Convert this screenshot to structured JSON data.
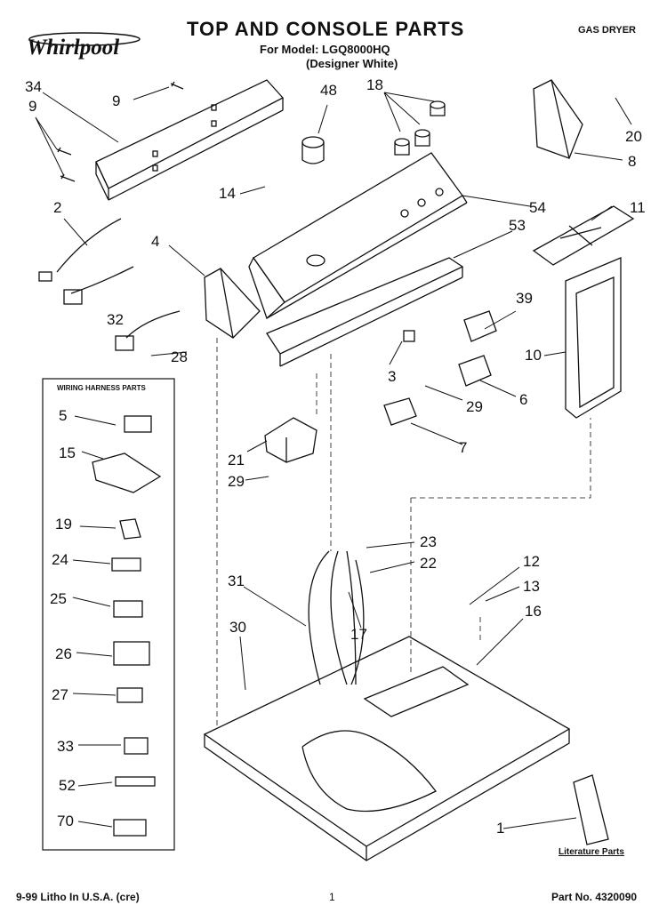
{
  "header": {
    "brand": "Whirlpool",
    "title": "TOP AND CONSOLE PARTS",
    "model_line": "For Model: LGQ8000HQ",
    "color_line": "(Designer White)",
    "dryer_type": "GAS DRYER"
  },
  "footer": {
    "date": "9-99 Litho In U.S.A. (cre)",
    "page": "1",
    "part_no": "Part No. 4320090"
  },
  "wiring_box": {
    "title": "WIRING HARNESS PARTS"
  },
  "literature_label": "Literature Parts",
  "callouts": {
    "c34": "34",
    "c9a": "9",
    "c9b": "9",
    "c48": "48",
    "c18": "18",
    "c20": "20",
    "c8": "8",
    "c2": "2",
    "c4": "4",
    "c14": "14",
    "c54": "54",
    "c11": "11",
    "c53": "53",
    "c32": "32",
    "c28": "28",
    "c39": "39",
    "c10": "10",
    "c3": "3",
    "c29a": "29",
    "c6": "6",
    "c7": "7",
    "c21": "21",
    "c29b": "29",
    "c23": "23",
    "c22": "22",
    "c12": "12",
    "c13": "13",
    "c31": "31",
    "c16": "16",
    "c17": "17",
    "c30": "30",
    "c1": "1",
    "b5": "5",
    "b15": "15",
    "b19": "19",
    "b24": "24",
    "b25": "25",
    "b26": "26",
    "b27": "27",
    "b33": "33",
    "b52": "52",
    "b70": "70"
  }
}
